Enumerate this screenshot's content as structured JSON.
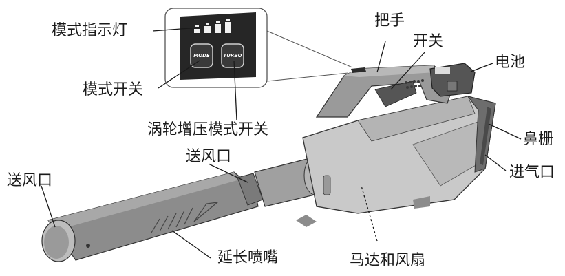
{
  "labels": {
    "mode_indicator": "模式指示灯",
    "mode_switch": "模式开关",
    "turbo_switch": "涡轮增压模式开关",
    "handle": "把手",
    "switch": "开关",
    "battery": "电池",
    "nose_grille": "鼻栅",
    "air_inlet": "进气口",
    "outlet_upper": "送风口",
    "outlet_left": "送风口",
    "extension_nozzle": "延长喷嘴",
    "motor_fan": "马达和风扇"
  },
  "panel": {
    "mode_button_text": "MODE",
    "turbo_button_text": "TURBO"
  }
}
